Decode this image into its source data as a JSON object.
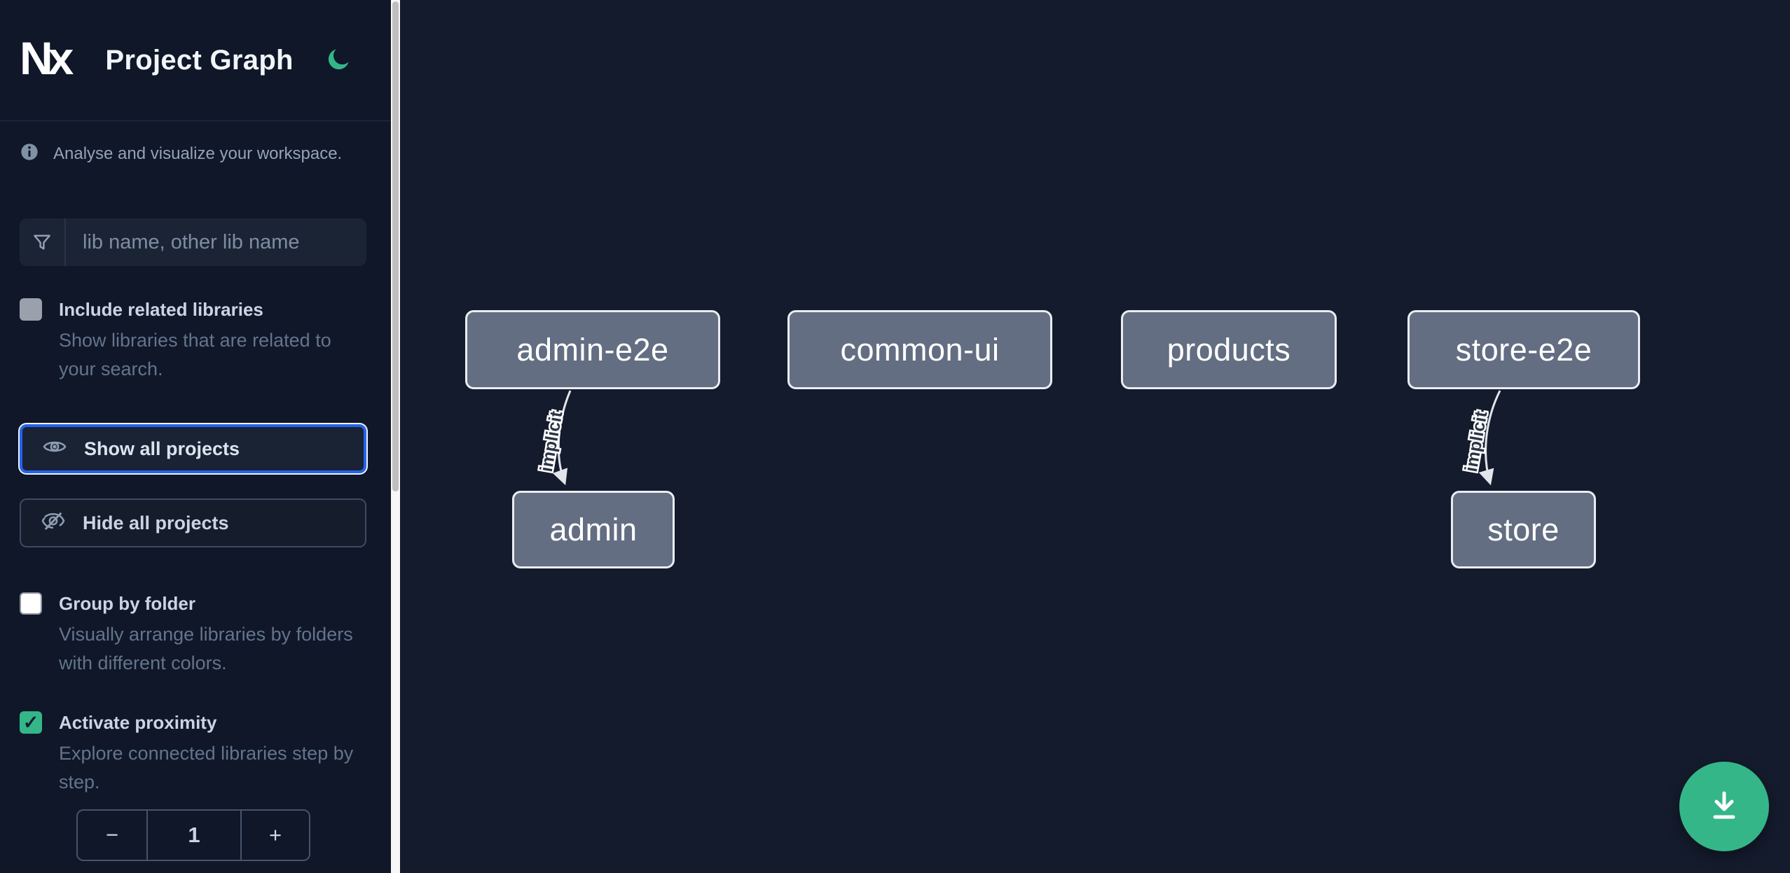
{
  "header": {
    "logo": "Nx",
    "title": "Project Graph"
  },
  "sidebar": {
    "tagline": "Analyse and visualize your workspace.",
    "search": {
      "placeholder": "lib name, other lib name",
      "value": ""
    },
    "include_related": {
      "label": "Include related libraries",
      "description": "Show libraries that are related to your search.",
      "checked": false
    },
    "show_all": {
      "label": "Show all projects",
      "active": true
    },
    "hide_all": {
      "label": "Hide all projects"
    },
    "group_by_folder": {
      "label": "Group by folder",
      "description": "Visually arrange libraries by folders with different colors.",
      "checked": false
    },
    "activate_proximity": {
      "label": "Activate proximity",
      "description": "Explore connected libraries step by step.",
      "checked": true
    },
    "proximity_stepper": {
      "decrement": "−",
      "value": "1",
      "increment": "+"
    }
  },
  "graph": {
    "nodes": [
      {
        "id": "admin-e2e",
        "label": "admin-e2e"
      },
      {
        "id": "common-ui",
        "label": "common-ui"
      },
      {
        "id": "products",
        "label": "products"
      },
      {
        "id": "store-e2e",
        "label": "store-e2e"
      },
      {
        "id": "admin",
        "label": "admin"
      },
      {
        "id": "store",
        "label": "store"
      }
    ],
    "edges": [
      {
        "source": "admin-e2e",
        "target": "admin",
        "label": "implicit"
      },
      {
        "source": "store-e2e",
        "target": "store",
        "label": "implicit"
      }
    ]
  },
  "colors": {
    "accent_green": "#34b689",
    "focus_blue": "#2563eb",
    "node_fill": "#646e82",
    "node_border": "#e9edf2",
    "sidebar_bg": "#0f1729",
    "canvas_bg": "#141b2c"
  }
}
